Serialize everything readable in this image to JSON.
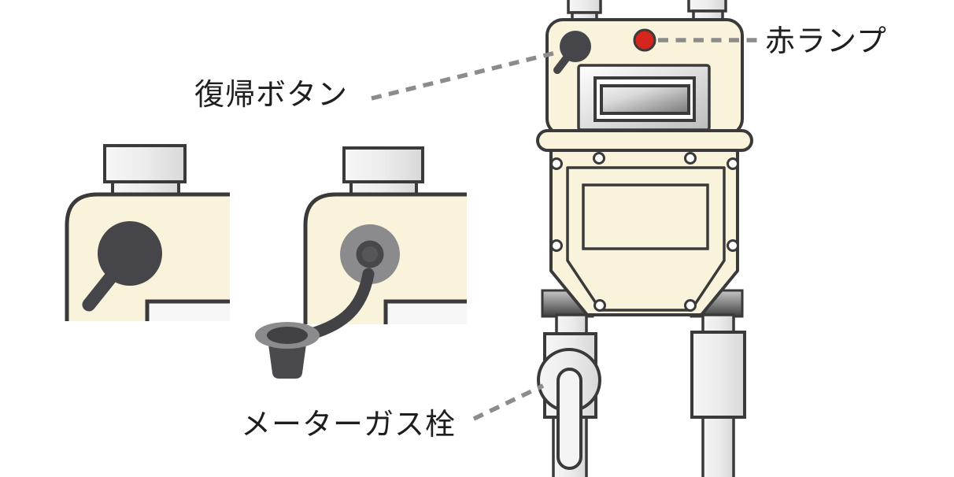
{
  "diagram": {
    "subject": "gas-meter-safety-parts",
    "callouts": [
      {
        "id": "reset-button",
        "label": "復帰ボタン"
      },
      {
        "id": "red-lamp",
        "label": "赤ランプ"
      },
      {
        "id": "meter-gas-valve",
        "label": "メーターガス栓"
      }
    ]
  },
  "colors": {
    "background": "#FFFFFF",
    "body_cream": "#FAF3DC",
    "outline_ink": "#3A3A3A",
    "lamp_red": "#D6251C",
    "dark_part": "#46464A",
    "mid_gray": "#8B8B8E",
    "dash_gray": "#8C8C8C"
  }
}
